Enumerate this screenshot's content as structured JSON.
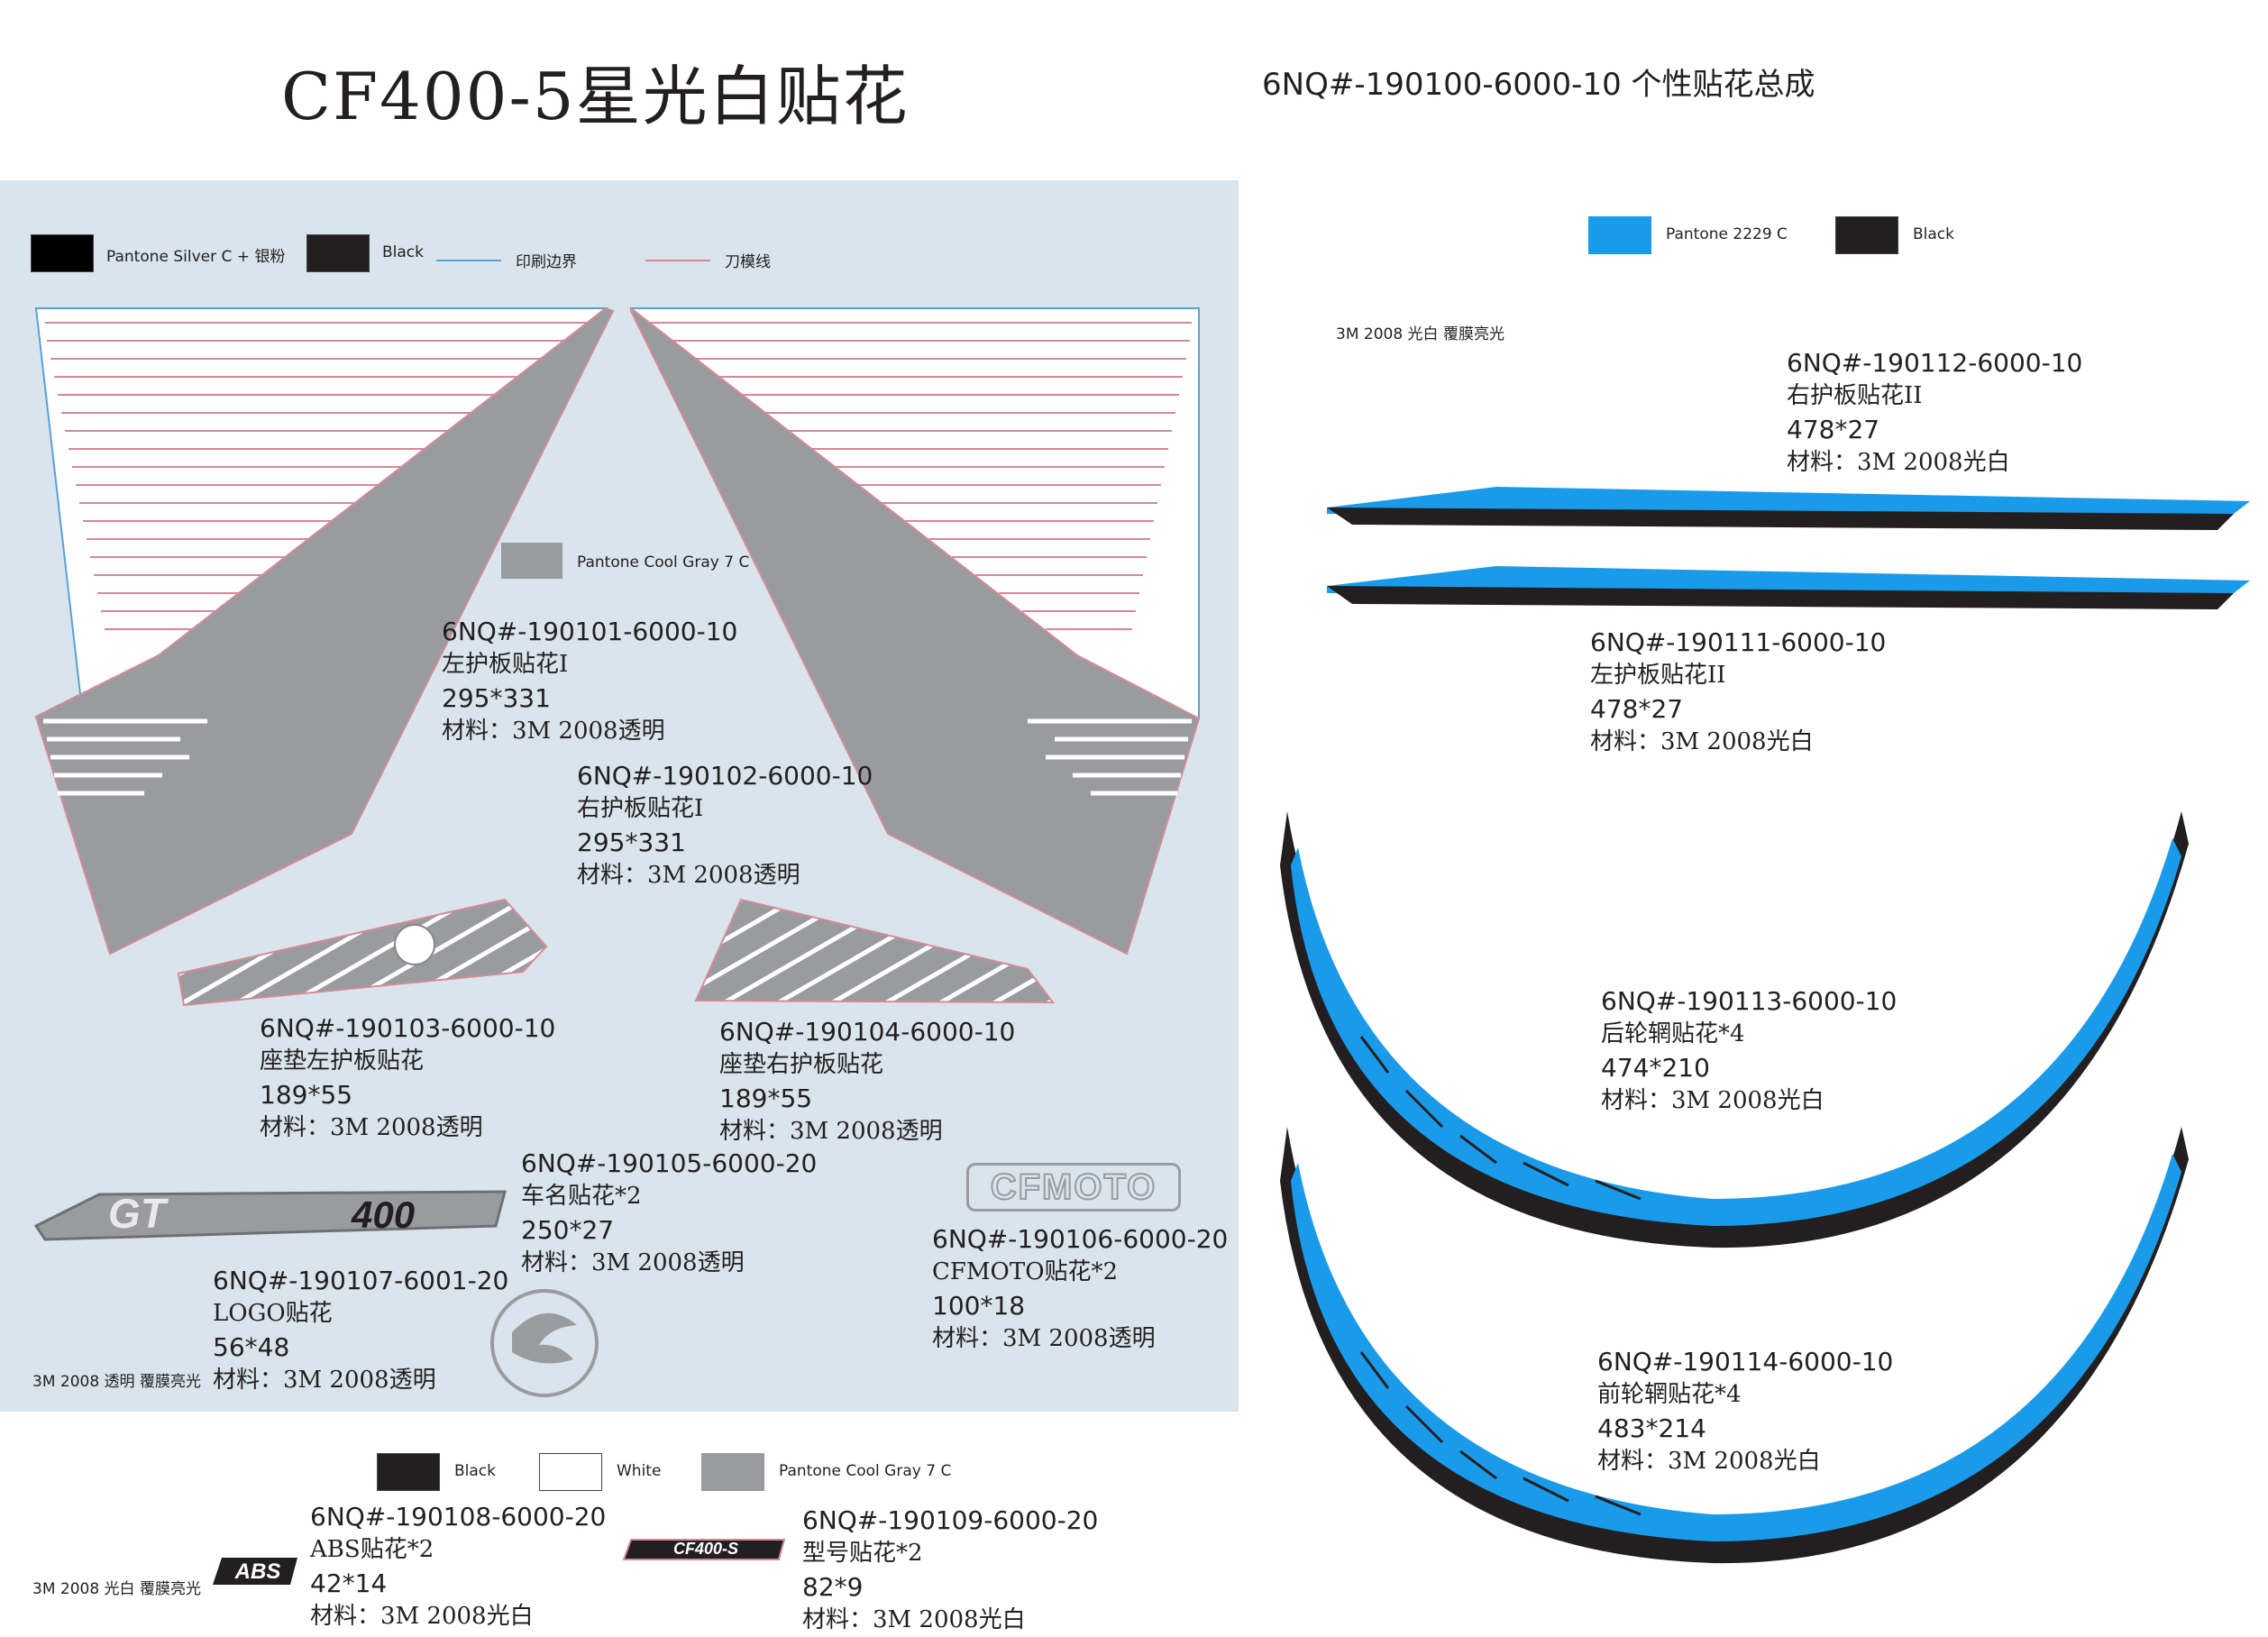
{
  "header": {
    "title": "CF400-5星光白贴花",
    "subtitle": "6NQ#-190100-6000-10  个性贴花总成"
  },
  "left_panel": {
    "legend": {
      "silver": "Pantone Silver C + 银粉",
      "black": "Black",
      "print_border": "印刷边界",
      "die_line": "刀模线"
    },
    "cool_gray_label": "Pantone Cool Gray 7 C",
    "material_note": "3M 2008 透明 覆膜亮光",
    "logo_text": "CFMOTO"
  },
  "right_panel": {
    "legend": {
      "blue": "Pantone 2229 C",
      "black": "Black"
    },
    "material_note": "3M 2008 光白 覆膜亮光"
  },
  "bottom_panel": {
    "legend": {
      "black": "Black",
      "white": "White",
      "gray": "Pantone Cool Gray 7 C"
    },
    "material_note": "3M 2008 光白 覆膜亮光",
    "abs_text": "ABS",
    "model_text": "CF400-S"
  },
  "parts": [
    {
      "id": "p101",
      "number": "6NQ#-190101-6000-10",
      "name": "左护板贴花I",
      "size": "295*331",
      "material": "材料：3M 2008透明"
    },
    {
      "id": "p102",
      "number": "6NQ#-190102-6000-10",
      "name": "右护板贴花I",
      "size": "295*331",
      "material": "材料：3M 2008透明"
    },
    {
      "id": "p103",
      "number": "6NQ#-190103-6000-10",
      "name": "座垫左护板贴花",
      "size": "189*55",
      "material": "材料：3M 2008透明"
    },
    {
      "id": "p104",
      "number": "6NQ#-190104-6000-10",
      "name": "座垫右护板贴花",
      "size": "189*55",
      "material": "材料：3M 2008透明"
    },
    {
      "id": "p105",
      "number": "6NQ#-190105-6000-20",
      "name": "车名贴花*2",
      "size": "250*27",
      "material": "材料：3M 2008透明"
    },
    {
      "id": "p106",
      "number": "6NQ#-190106-6000-20",
      "name": "CFMOTO贴花*2",
      "size": "100*18",
      "material": "材料：3M 2008透明"
    },
    {
      "id": "p107",
      "number": "6NQ#-190107-6001-20",
      "name": "LOGO贴花",
      "size": "56*48",
      "material": "材料：3M 2008透明"
    },
    {
      "id": "p108",
      "number": "6NQ#-190108-6000-20",
      "name": "ABS贴花*2",
      "size": "42*14",
      "material": "材料：3M 2008光白"
    },
    {
      "id": "p109",
      "number": "6NQ#-190109-6000-20",
      "name": "型号贴花*2",
      "size": "82*9",
      "material": "材料：3M 2008光白"
    },
    {
      "id": "p111",
      "number": "6NQ#-190111-6000-10",
      "name": "左护板贴花II",
      "size": "478*27",
      "material": "材料：3M 2008光白"
    },
    {
      "id": "p112",
      "number": "6NQ#-190112-6000-10",
      "name": "右护板贴花II",
      "size": "478*27",
      "material": "材料：3M 2008光白"
    },
    {
      "id": "p113",
      "number": "6NQ#-190113-6000-10",
      "name": "后轮辋贴花*4",
      "size": "474*210",
      "material": "材料：3M 2008光白"
    },
    {
      "id": "p114",
      "number": "6NQ#-190114-6000-10",
      "name": "前轮辋贴花*4",
      "size": "483*214",
      "material": "材料：3M 2008光白"
    }
  ],
  "colors": {
    "panel_bg": "#d9e4ec",
    "cool_gray": "#9a9b9f",
    "pantone_2229": "#1a9bea",
    "black": "#231f20",
    "print_border": "#5aa0d8",
    "die_line": "#d48a96"
  }
}
